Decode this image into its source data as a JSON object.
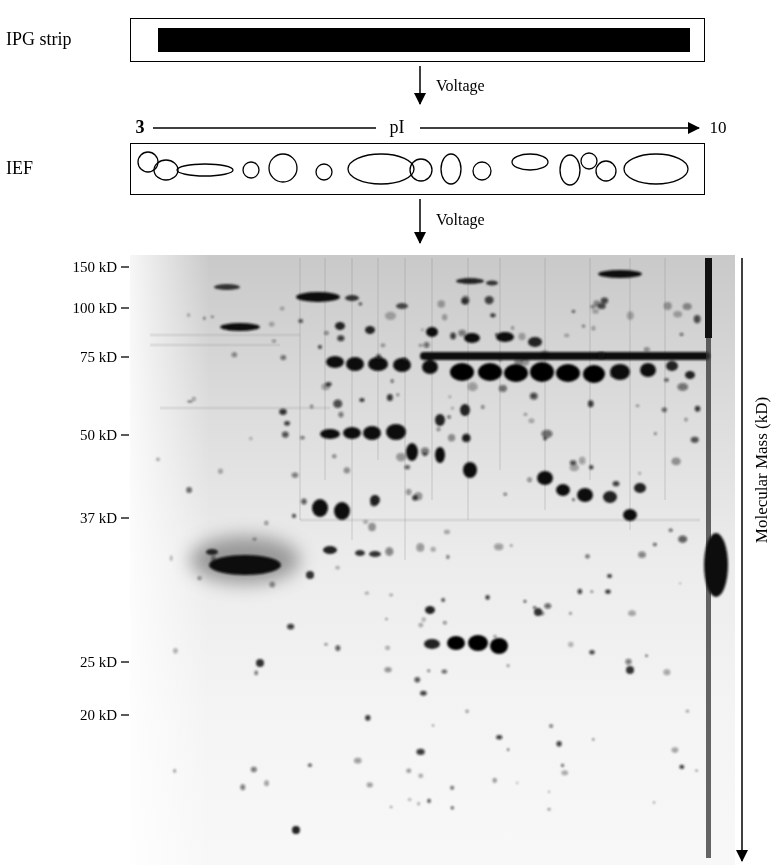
{
  "diagram": {
    "nodes": [
      {
        "text": [
          "IPG strip"
        ]
      },
      {
        "text": [
          "IEF"
        ]
      }
    ],
    "labels": [
      "Voltage",
      "3",
      "pI",
      "10",
      "Voltage",
      "150 kD",
      "100 kD",
      "75 kD",
      "50 kD",
      "37 kD",
      "25 kD",
      "20 kD",
      "Molecular Mass (kD)"
    ]
  }
}
